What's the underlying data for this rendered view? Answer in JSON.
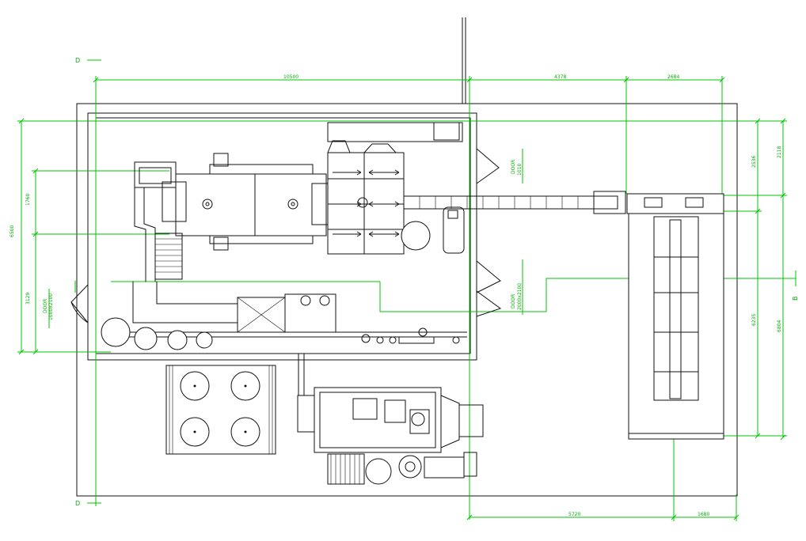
{
  "section_marks": {
    "d": "D",
    "b": "B"
  },
  "dimensions": {
    "top_overall": "10500",
    "top_mid": "4378",
    "top_right": "2684",
    "bottom_left": "5720",
    "bottom_right": "1680",
    "left_overall": "6500",
    "left_upper": "1760",
    "left_lower": "3129",
    "right_upper": "2536",
    "right_upper_outer": "2118",
    "right_lower": "6235",
    "right_overall": "6804"
  },
  "doors": {
    "left": {
      "name": "DOOR",
      "size": "1000x2100"
    },
    "right_upper": {
      "name": "DOOR",
      "size": "1010"
    },
    "right_lower": {
      "name": "DOOR",
      "size": "2000x2100"
    }
  },
  "colors": {
    "dimension": "#00c400",
    "outline": "#111111"
  }
}
